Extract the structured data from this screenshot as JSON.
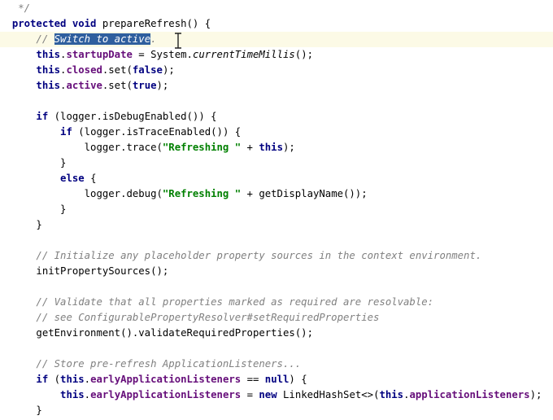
{
  "editor": {
    "lines": [
      {
        "tokens": [
          {
            "t": "   */",
            "c": "comment"
          }
        ]
      },
      {
        "tokens": [
          {
            "t": "  ",
            "c": ""
          },
          {
            "t": "protected void",
            "c": "kw"
          },
          {
            "t": " prepareRefresh() {",
            "c": ""
          }
        ]
      },
      {
        "current": true,
        "tokens": [
          {
            "t": "      ",
            "c": ""
          },
          {
            "t": "// ",
            "c": "comment"
          },
          {
            "t": "Switch to active",
            "c": "sel"
          },
          {
            "t": ".",
            "c": "comment"
          }
        ]
      },
      {
        "tokens": [
          {
            "t": "      ",
            "c": ""
          },
          {
            "t": "this",
            "c": "kw"
          },
          {
            "t": ".",
            "c": ""
          },
          {
            "t": "startupDate",
            "c": "field"
          },
          {
            "t": " = System.",
            "c": ""
          },
          {
            "t": "currentTimeMillis",
            "c": "italic"
          },
          {
            "t": "();",
            "c": ""
          }
        ]
      },
      {
        "tokens": [
          {
            "t": "      ",
            "c": ""
          },
          {
            "t": "this",
            "c": "kw"
          },
          {
            "t": ".",
            "c": ""
          },
          {
            "t": "closed",
            "c": "field"
          },
          {
            "t": ".set(",
            "c": ""
          },
          {
            "t": "false",
            "c": "kw"
          },
          {
            "t": ");",
            "c": ""
          }
        ]
      },
      {
        "tokens": [
          {
            "t": "      ",
            "c": ""
          },
          {
            "t": "this",
            "c": "kw"
          },
          {
            "t": ".",
            "c": ""
          },
          {
            "t": "active",
            "c": "field"
          },
          {
            "t": ".set(",
            "c": ""
          },
          {
            "t": "true",
            "c": "kw"
          },
          {
            "t": ");",
            "c": ""
          }
        ]
      },
      {
        "tokens": []
      },
      {
        "tokens": [
          {
            "t": "      ",
            "c": ""
          },
          {
            "t": "if",
            "c": "kw"
          },
          {
            "t": " (logger.isDebugEnabled()) {",
            "c": ""
          }
        ]
      },
      {
        "tokens": [
          {
            "t": "          ",
            "c": ""
          },
          {
            "t": "if",
            "c": "kw"
          },
          {
            "t": " (logger.isTraceEnabled()) {",
            "c": ""
          }
        ]
      },
      {
        "tokens": [
          {
            "t": "              logger.trace(",
            "c": ""
          },
          {
            "t": "\"Refreshing \"",
            "c": "str"
          },
          {
            "t": " + ",
            "c": ""
          },
          {
            "t": "this",
            "c": "kw"
          },
          {
            "t": ");",
            "c": ""
          }
        ]
      },
      {
        "tokens": [
          {
            "t": "          }",
            "c": ""
          }
        ]
      },
      {
        "tokens": [
          {
            "t": "          ",
            "c": ""
          },
          {
            "t": "else",
            "c": "kw"
          },
          {
            "t": " {",
            "c": ""
          }
        ]
      },
      {
        "tokens": [
          {
            "t": "              logger.debug(",
            "c": ""
          },
          {
            "t": "\"Refreshing \"",
            "c": "str"
          },
          {
            "t": " + getDisplayName());",
            "c": ""
          }
        ]
      },
      {
        "tokens": [
          {
            "t": "          }",
            "c": ""
          }
        ]
      },
      {
        "tokens": [
          {
            "t": "      }",
            "c": ""
          }
        ]
      },
      {
        "tokens": []
      },
      {
        "tokens": [
          {
            "t": "      ",
            "c": ""
          },
          {
            "t": "// Initialize any placeholder property sources in the context environment.",
            "c": "comment"
          }
        ]
      },
      {
        "tokens": [
          {
            "t": "      initPropertySources();",
            "c": ""
          }
        ]
      },
      {
        "tokens": []
      },
      {
        "tokens": [
          {
            "t": "      ",
            "c": ""
          },
          {
            "t": "// Validate that all properties marked as required are resolvable:",
            "c": "comment"
          }
        ]
      },
      {
        "tokens": [
          {
            "t": "      ",
            "c": ""
          },
          {
            "t": "// see ConfigurablePropertyResolver#setRequiredProperties",
            "c": "comment"
          }
        ]
      },
      {
        "tokens": [
          {
            "t": "      getEnvironment().validateRequiredProperties();",
            "c": ""
          }
        ]
      },
      {
        "tokens": []
      },
      {
        "tokens": [
          {
            "t": "      ",
            "c": ""
          },
          {
            "t": "// Store pre-refresh ApplicationListeners...",
            "c": "comment"
          }
        ]
      },
      {
        "tokens": [
          {
            "t": "      ",
            "c": ""
          },
          {
            "t": "if",
            "c": "kw"
          },
          {
            "t": " (",
            "c": ""
          },
          {
            "t": "this",
            "c": "kw"
          },
          {
            "t": ".",
            "c": ""
          },
          {
            "t": "earlyApplicationListeners",
            "c": "field"
          },
          {
            "t": " == ",
            "c": ""
          },
          {
            "t": "null",
            "c": "kw"
          },
          {
            "t": ") {",
            "c": ""
          }
        ]
      },
      {
        "tokens": [
          {
            "t": "          ",
            "c": ""
          },
          {
            "t": "this",
            "c": "kw"
          },
          {
            "t": ".",
            "c": ""
          },
          {
            "t": "earlyApplicationListeners",
            "c": "field"
          },
          {
            "t": " = ",
            "c": ""
          },
          {
            "t": "new",
            "c": "kw"
          },
          {
            "t": " LinkedHashSet<>(",
            "c": ""
          },
          {
            "t": "this",
            "c": "kw"
          },
          {
            "t": ".",
            "c": ""
          },
          {
            "t": "applicationListeners",
            "c": "field"
          },
          {
            "t": ");",
            "c": ""
          }
        ]
      },
      {
        "tokens": [
          {
            "t": "      }",
            "c": ""
          }
        ]
      }
    ]
  }
}
